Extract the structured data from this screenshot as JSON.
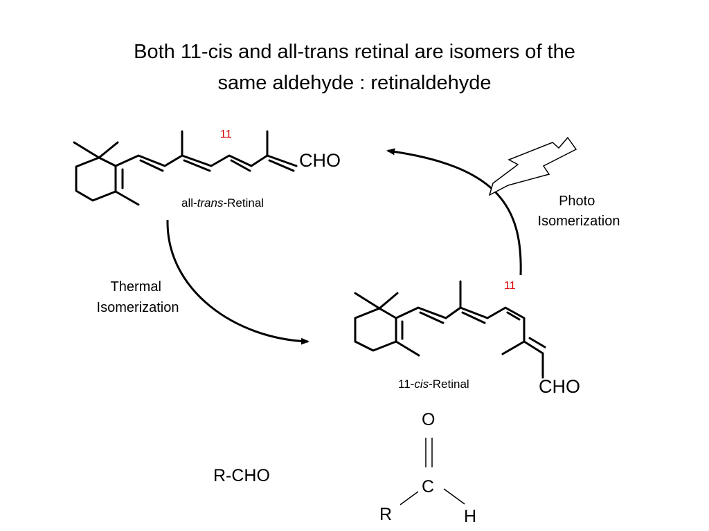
{
  "slide": {
    "title_line1": "Both 11-cis and all-trans retinal are isomers of the",
    "title_line2": "same aldehyde :  retinaldehyde"
  },
  "diagram": {
    "trans": {
      "prefix": "all-",
      "italic": "trans",
      "suffix": "-Retinal",
      "group": "CHO",
      "position_marker": "11"
    },
    "cis": {
      "prefix": "11-",
      "italic": "cis",
      "suffix": "-Retinal",
      "group": "CHO",
      "position_marker": "11"
    },
    "photo_label": [
      "Photo",
      "Isomerization"
    ],
    "thermal_label": [
      "Thermal",
      "Isomerization"
    ],
    "marker_color": "#dd0000"
  },
  "aldehyde": {
    "formula": "R-CHO",
    "atoms": {
      "O": "O",
      "C": "C",
      "R": "R",
      "H": "H"
    }
  }
}
